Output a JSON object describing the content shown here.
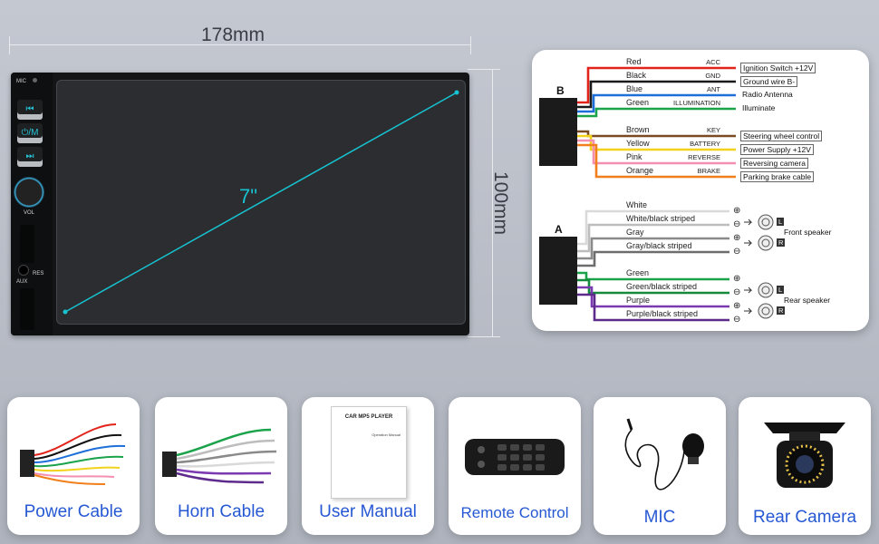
{
  "dimensions": {
    "width_label": "178mm",
    "height_label": "100mm"
  },
  "unit": {
    "mic_label": "MIC",
    "btn_prev": "⏮",
    "btn_mode": "⏻/M",
    "btn_next": "⏭",
    "vol_label": "VOL",
    "res_label": "RES",
    "aux_label": "AUX",
    "screen_size": "7\""
  },
  "wiring": {
    "connector_b": "B",
    "connector_a": "A",
    "b_wires": [
      {
        "color": "Red",
        "func": "ACC",
        "dest": "Ignition Switch +12V",
        "polarity": "+",
        "hex": "#e2231a"
      },
      {
        "color": "Black",
        "func": "GND",
        "dest": "Ground wire B-",
        "polarity": "-",
        "hex": "#1a1a1a"
      },
      {
        "color": "Blue",
        "func": "ANT",
        "dest": "Radio Antenna",
        "polarity": "",
        "hex": "#1c6fd8"
      },
      {
        "color": "Green",
        "func": "ILLUMINATION",
        "dest": "Illuminate",
        "polarity": "",
        "hex": "#1aa34a"
      },
      {
        "color": "Brown",
        "func": "KEY",
        "dest": "Steering wheel control",
        "polarity": "",
        "hex": "#7a4b22"
      },
      {
        "color": "Yellow",
        "func": "BATTERY",
        "dest": "Power Supply +12V",
        "polarity": "+",
        "hex": "#f2d21b"
      },
      {
        "color": "Pink",
        "func": "REVERSE",
        "dest": "Reversing camera",
        "polarity": "",
        "hex": "#f48fb1"
      },
      {
        "color": "Orange",
        "func": "BRAKE",
        "dest": "Parking brake cable",
        "polarity": "",
        "hex": "#f07f1c"
      }
    ],
    "a_wires": [
      {
        "label": "White",
        "hex": "#d9d9d9"
      },
      {
        "label": "White/black striped",
        "hex": "#bdbdbd"
      },
      {
        "label": "Gray",
        "hex": "#8a8a8a"
      },
      {
        "label": "Gray/black striped",
        "hex": "#6d6d6d"
      },
      {
        "label": "Green",
        "hex": "#1aa34a"
      },
      {
        "label": "Green/black striped",
        "hex": "#138a3c"
      },
      {
        "label": "Purple",
        "hex": "#7b3ab2"
      },
      {
        "label": "Purple/black striped",
        "hex": "#5e2a8c"
      }
    ],
    "front_speaker": "Front speaker",
    "rear_speaker": "Rear speaker",
    "left": "L",
    "right": "R"
  },
  "accessories": [
    {
      "label": "Power Cable",
      "icon": "power-cable-icon"
    },
    {
      "label": "Horn Cable",
      "icon": "horn-cable-icon"
    },
    {
      "label": "User Manual",
      "icon": "manual-icon",
      "manual_title": "CAR MP5 PLAYER",
      "manual_sub": "Operation Manual"
    },
    {
      "label": "Remote Control",
      "icon": "remote-icon"
    },
    {
      "label": "MIC",
      "icon": "mic-icon"
    },
    {
      "label": "Rear Camera",
      "icon": "camera-icon"
    }
  ],
  "colors": {
    "accent_cyan": "#17c3d0",
    "label_blue": "#2658d3"
  }
}
